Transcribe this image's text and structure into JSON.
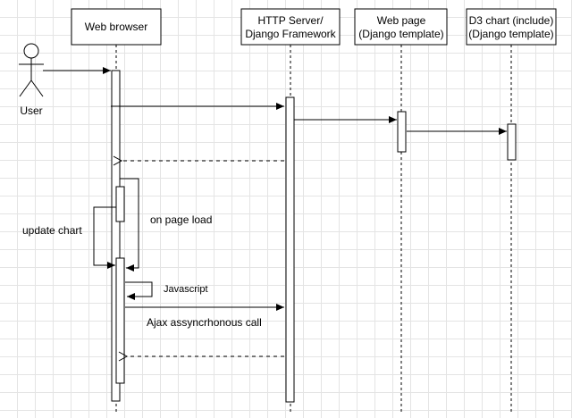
{
  "participants": {
    "user": "User",
    "browser": "Web browser",
    "server_line1": "HTTP Server/",
    "server_line2": "Django Framework",
    "webpage_line1": "Web page",
    "webpage_line2": "(Django template)",
    "d3_line1": "D3 chart (include)",
    "d3_line2": "(Django template)"
  },
  "labels": {
    "on_page_load": "on page load",
    "update_chart": "update chart",
    "javascript": "Javascript",
    "ajax_call": "Ajax assyncrhonous call"
  }
}
